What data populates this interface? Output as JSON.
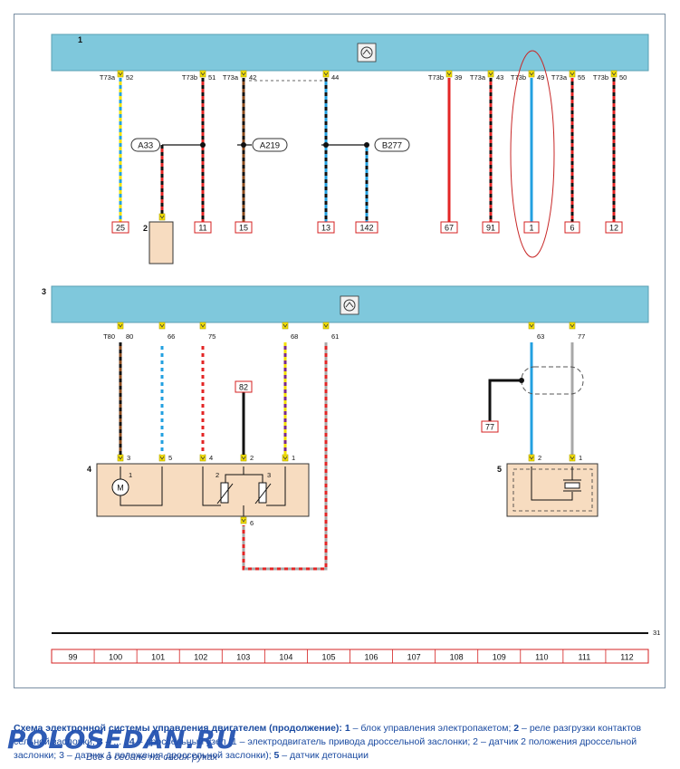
{
  "diagram": {
    "block1": {
      "number": "1",
      "icon": "ecu-icon"
    },
    "block2": {
      "number": "2"
    },
    "block3": {
      "number": "3",
      "icon": "ecu-icon"
    },
    "block4": {
      "number": "4",
      "motor_label": "M"
    },
    "block5": {
      "number": "5"
    },
    "block1_pins": [
      {
        "conn": "T73a",
        "pin": "52",
        "dest": "25"
      },
      {
        "conn": "T73b",
        "pin": "51",
        "dest": "11"
      },
      {
        "conn": "T73a",
        "pin": "42",
        "dest": "15"
      },
      {
        "conn": "",
        "pin": "44",
        "dest": "13"
      },
      {
        "conn": "T73b",
        "pin": "39",
        "dest": "67"
      },
      {
        "conn": "T73a",
        "pin": "43",
        "dest": "91"
      },
      {
        "conn": "T73b",
        "pin": "49",
        "dest": "1"
      },
      {
        "conn": "T73a",
        "pin": "55",
        "dest": "6"
      },
      {
        "conn": "T73b",
        "pin": "50",
        "dest": "12"
      }
    ],
    "splices": [
      "A33",
      "A219",
      "B277"
    ],
    "block2_dest": "142",
    "block3_pins": [
      {
        "conn": "T80",
        "pin": "80"
      },
      {
        "conn": "",
        "pin": "66"
      },
      {
        "conn": "",
        "pin": "75"
      },
      {
        "conn": "",
        "pin": "68"
      },
      {
        "conn": "",
        "pin": "61"
      },
      {
        "conn": "",
        "pin": "63"
      },
      {
        "conn": "",
        "pin": "77"
      }
    ],
    "block4_pins": [
      "3",
      "5",
      "4",
      "2",
      "1",
      "6"
    ],
    "block4_internal": [
      "1",
      "2",
      "3"
    ],
    "block5_pins": [
      "2",
      "1"
    ],
    "refs": {
      "r82": "82",
      "r77": "77"
    },
    "ground_number": "31",
    "grid": [
      "99",
      "100",
      "101",
      "102",
      "103",
      "104",
      "105",
      "106",
      "107",
      "108",
      "109",
      "110",
      "111",
      "112"
    ]
  },
  "caption": {
    "title": "Схема электронной системы управления двигателем (продолжение):",
    "n1": "1",
    "t1": " – блок управления электропакетом; ",
    "n2": "2",
    "t2": " – реле разгрузки контактов сельной заслонки; ",
    "n3": "3",
    "t3": " – ... ; ",
    "n4": "4",
    "t4": " – дроссельный узел (1 – электродвигатель привода дроссельной заслонки; 2 – датчик 2 положения дроссельной заслонки; 3 – датчик 1 положения дроссельной заслонки); ",
    "n5": "5",
    "t5": " – датчик детонации"
  },
  "watermark": {
    "logo": "POLOSEDAN.RU",
    "sub": "Все о седане на своих руках"
  }
}
